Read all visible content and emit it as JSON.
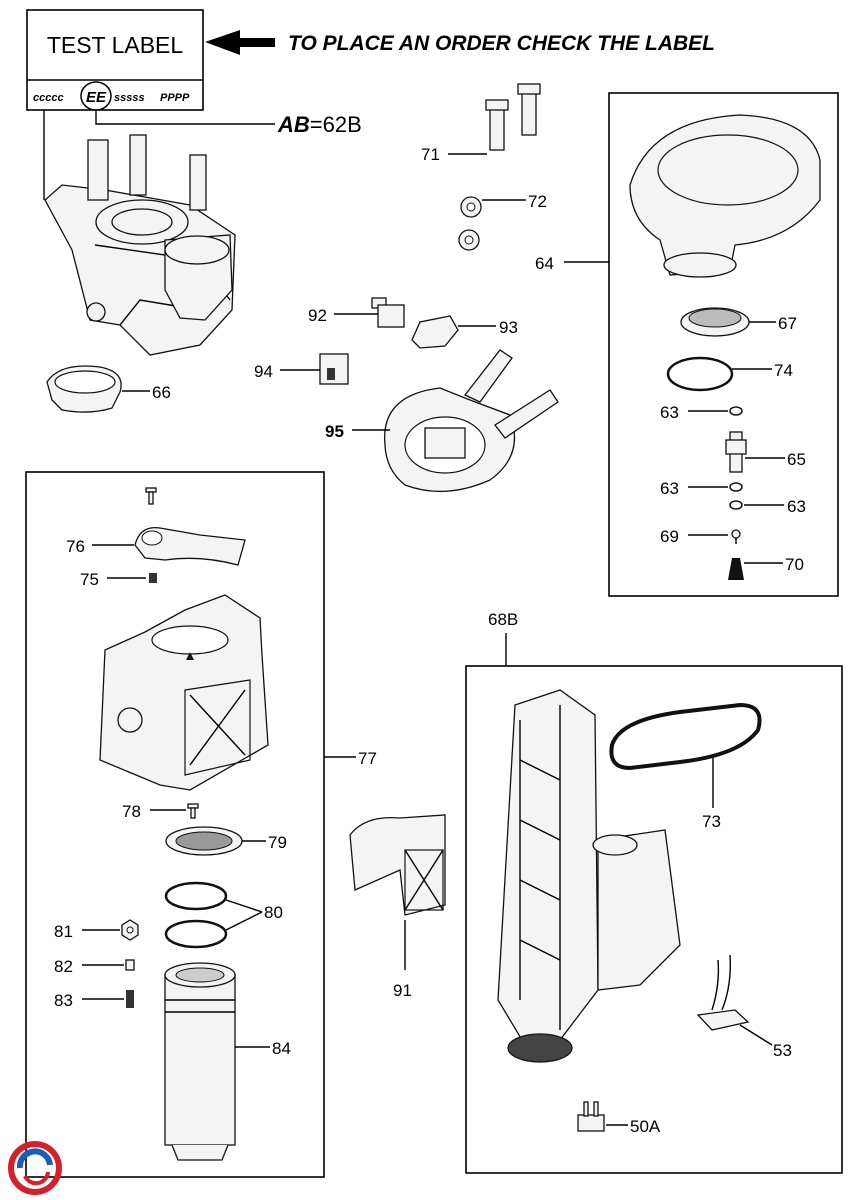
{
  "header": {
    "test_label": "TEST LABEL",
    "instruction": "TO PLACE AN ORDER CHECK THE LABEL",
    "code_left": "ccccc",
    "code_circle": "EE",
    "code_mid": "sssss",
    "code_right": "PPPP",
    "ab_prefix": "AB",
    "ab_value": "=62B"
  },
  "labels": {
    "p50a": "50A",
    "p53": "53",
    "p63a": "63",
    "p63b": "63",
    "p63c": "63",
    "p64": "64",
    "p65": "65",
    "p66": "66",
    "p67": "67",
    "p68b": "68B",
    "p69": "69",
    "p70": "70",
    "p71": "71",
    "p72": "72",
    "p73": "73",
    "p74": "74",
    "p75": "75",
    "p76": "76",
    "p77": "77",
    "p78": "78",
    "p79": "79",
    "p80": "80",
    "p81": "81",
    "p82": "82",
    "p83": "83",
    "p84": "84",
    "p91": "91",
    "p92": "92",
    "p93": "93",
    "p94": "94",
    "p95": "95"
  },
  "colors": {
    "logo_red": "#d4202a",
    "logo_blue": "#1c5db5"
  }
}
